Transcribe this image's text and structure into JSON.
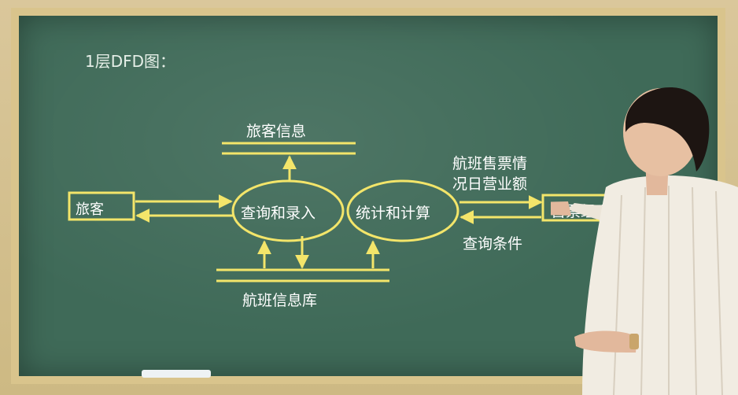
{
  "title": "1层DFD图：",
  "nodes": {
    "passenger": "旅客",
    "query_entry": "查询和录入",
    "stats_calc": "统计和计算",
    "manager": "售票经理"
  },
  "stores": {
    "passenger_info": "旅客信息",
    "flight_db": "航班信息库"
  },
  "flows": {
    "report_line1": "航班售票情",
    "report_line2": "况日营业额",
    "query_condition": "查询条件"
  },
  "colors": {
    "chalk_yellow": "#f3e56a",
    "board_green": "#3f6a58",
    "frame": "#d9c48c"
  }
}
